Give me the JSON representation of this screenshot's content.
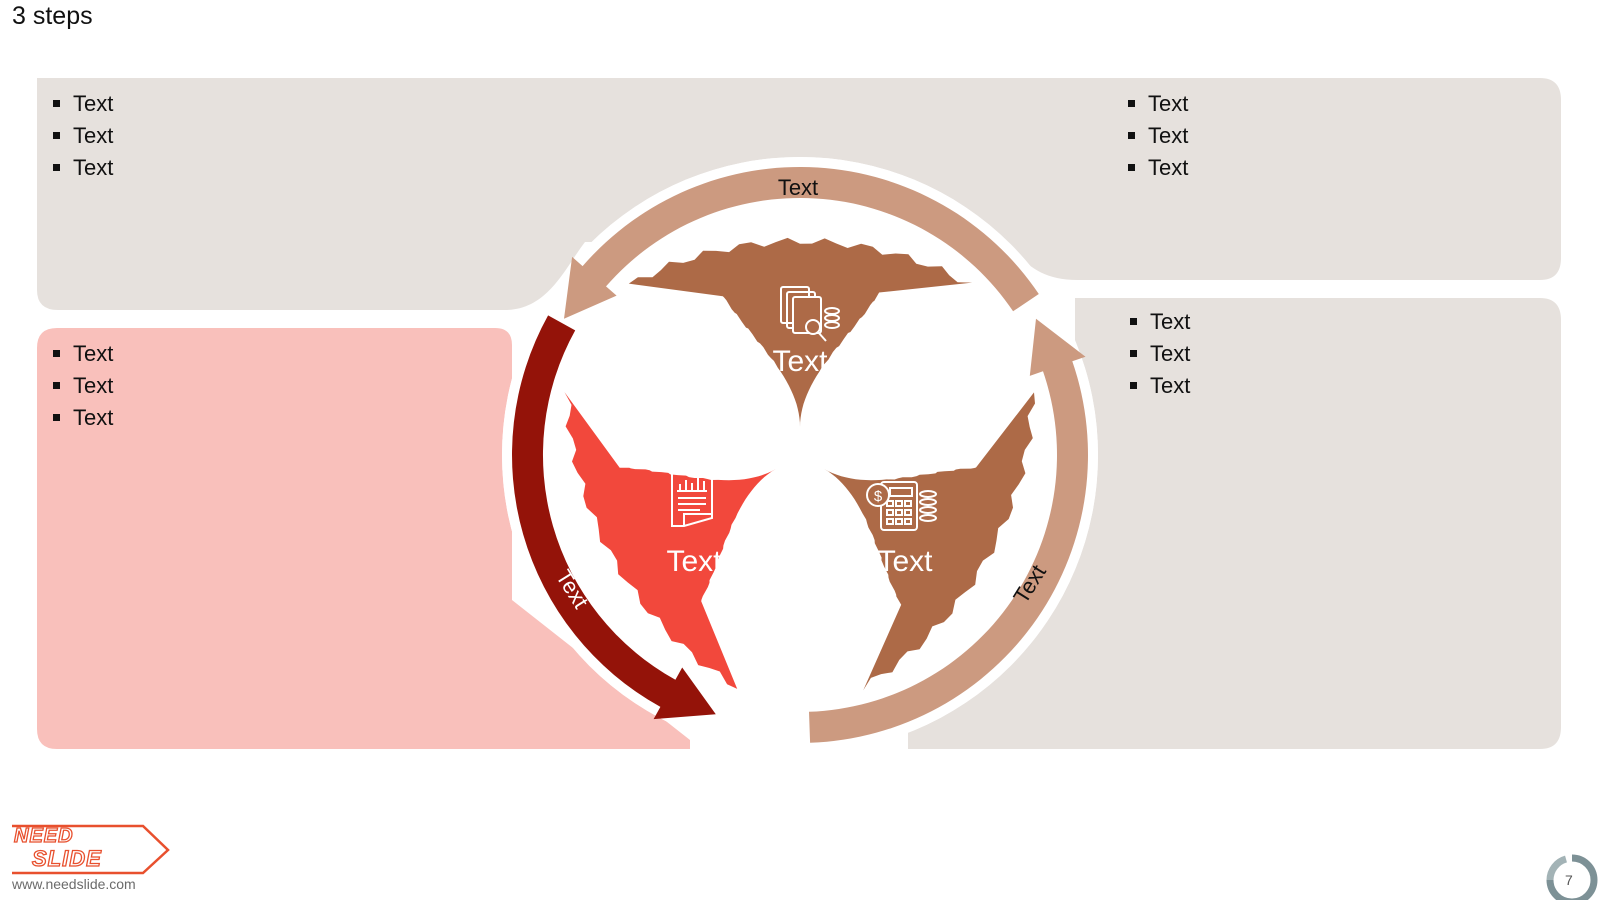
{
  "slide": {
    "title": "3 steps",
    "page_number": "7"
  },
  "panels": {
    "top_left": {
      "bullets": [
        "Text",
        "Text",
        "Text"
      ]
    },
    "top_right": {
      "bullets": [
        "Text",
        "Text",
        "Text"
      ]
    },
    "middle_left": {
      "bullets": [
        "Text",
        "Text",
        "Text"
      ]
    },
    "middle_right": {
      "bullets": [
        "Text",
        "Text",
        "Text"
      ]
    }
  },
  "cycle": {
    "arrow_top_label": "Text",
    "arrow_left_label": "Text",
    "arrow_right_label": "Text",
    "petals": [
      {
        "label": "Text",
        "icon": "documents-search-icon"
      },
      {
        "label": "Text",
        "icon": "report-chart-icon"
      },
      {
        "label": "Text",
        "icon": "calculator-coins-icon"
      }
    ]
  },
  "colors": {
    "panel_grey": "#e6e1dd",
    "panel_pink": "#f9c0bb",
    "arrow_tan": "#cc9a80",
    "arrow_dark": "#941309",
    "petal_brown": "#ad6a47",
    "petal_red": "#f2483c"
  },
  "logo": {
    "line1": "NEED",
    "line2": "SLIDE",
    "url": "www.needslide.com"
  }
}
